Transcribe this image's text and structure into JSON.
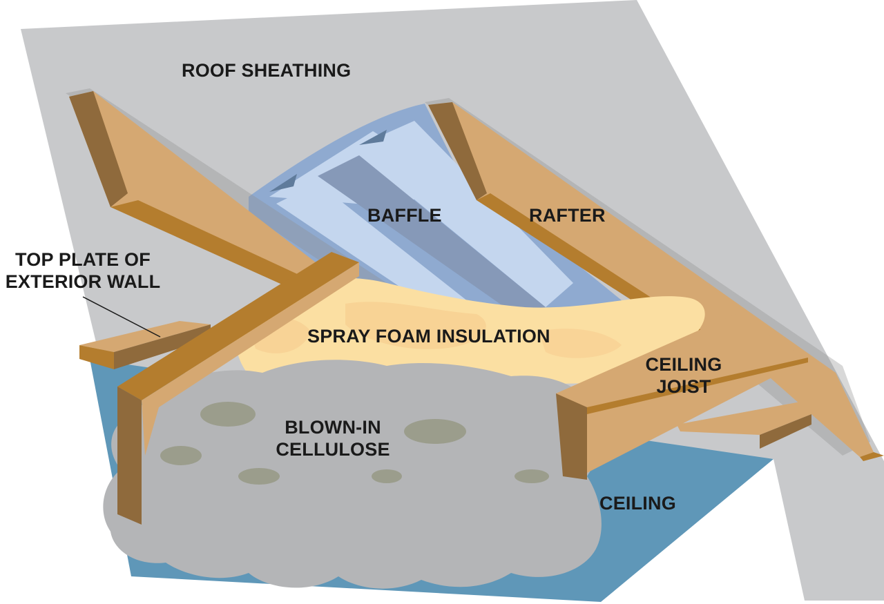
{
  "labels": {
    "roof_sheathing": "ROOF SHEATHING",
    "baffle": "BAFFLE",
    "rafter": "RAFTER",
    "top_plate_line1": "TOP PLATE OF",
    "top_plate_line2": "EXTERIOR WALL",
    "spray_foam": "SPRAY FOAM INSULATION",
    "ceiling_joist_line1": "CEILING",
    "ceiling_joist_line2": "JOIST",
    "blown_in_line1": "BLOWN-IN",
    "blown_in_line2": "CELLULOSE",
    "ceiling": "CEILING"
  },
  "colors": {
    "roof_sheathing": "#c8c9cb",
    "ceiling": "#5f97b8",
    "wood_face": "#d5a872",
    "wood_edge": "#b47d2e",
    "wood_shadow": "#8f6a3c",
    "baffle_light": "#c4d6ee",
    "baffle_mid": "#8faad0",
    "baffle_dark": "#5f7b9b",
    "spray_foam": "#fbdfa2",
    "spray_foam_accent": "#f6c88a",
    "cellulose": "#b4b5b7",
    "cellulose_spot": "#9b9d8c"
  }
}
